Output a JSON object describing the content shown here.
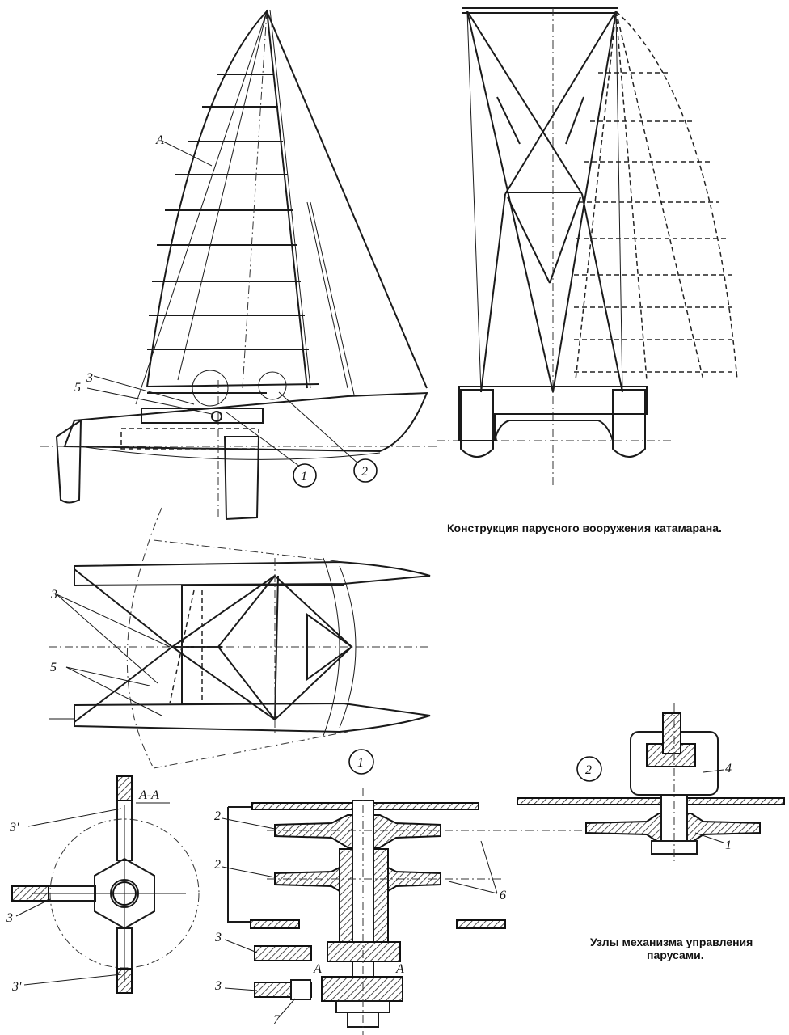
{
  "caption_rig": "Конструкция парусного вооружения катамарана.",
  "caption_nodes_line1": "Узлы механизма управления",
  "caption_nodes_line2": "парусами.",
  "section_label": "А-А",
  "view_label_a": "А",
  "callouts": {
    "node1": "1",
    "node2": "2",
    "n3": "3",
    "n3p": "3'",
    "n5": "5",
    "n2": "2",
    "n4": "4",
    "n6": "6",
    "n7": "7",
    "n1": "1"
  }
}
